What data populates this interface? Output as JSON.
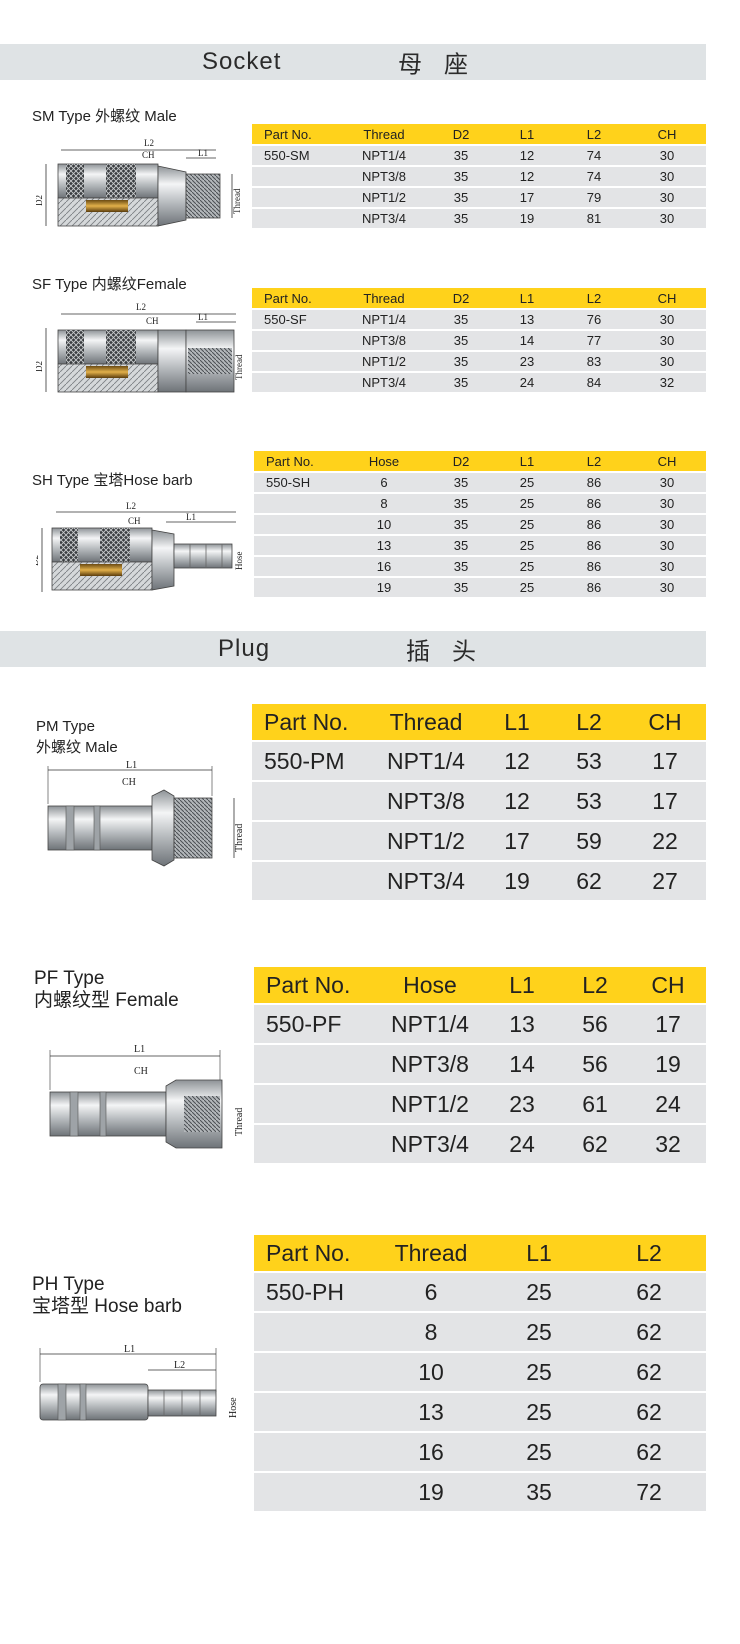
{
  "socket_banner": {
    "en": "Socket",
    "cn": "母座"
  },
  "plug_banner": {
    "en": "Plug",
    "cn": "插头"
  },
  "sm": {
    "label": "SM Type  外螺纹 Male",
    "headers": [
      "Part No.",
      "Thread",
      "D2",
      "L1",
      "L2",
      "CH"
    ],
    "rows": [
      [
        "550-SM",
        "NPT1/4",
        "35",
        "12",
        "74",
        "30"
      ],
      [
        "",
        "NPT3/8",
        "35",
        "12",
        "74",
        "30"
      ],
      [
        "",
        "NPT1/2",
        "35",
        "17",
        "79",
        "30"
      ],
      [
        "",
        "NPT3/4",
        "35",
        "19",
        "81",
        "30"
      ]
    ],
    "dims": {
      "l2": "L2",
      "ch": "CH",
      "l1": "L1",
      "d2": "D2",
      "side": "Thread"
    }
  },
  "sf": {
    "label": "SF Type  内螺纹Female",
    "headers": [
      "Part No.",
      "Thread",
      "D2",
      "L1",
      "L2",
      "CH"
    ],
    "rows": [
      [
        "550-SF",
        "NPT1/4",
        "35",
        "13",
        "76",
        "30"
      ],
      [
        "",
        "NPT3/8",
        "35",
        "14",
        "77",
        "30"
      ],
      [
        "",
        "NPT1/2",
        "35",
        "23",
        "83",
        "30"
      ],
      [
        "",
        "NPT3/4",
        "35",
        "24",
        "84",
        "32"
      ]
    ],
    "dims": {
      "l2": "L2",
      "ch": "CH",
      "l1": "L1",
      "d2": "D2",
      "side": "Thread"
    }
  },
  "sh": {
    "label": "SH Type  宝塔Hose barb",
    "headers": [
      "Part No.",
      "Hose",
      "D2",
      "L1",
      "L2",
      "CH"
    ],
    "rows": [
      [
        "550-SH",
        "6",
        "35",
        "25",
        "86",
        "30"
      ],
      [
        "",
        "8",
        "35",
        "25",
        "86",
        "30"
      ],
      [
        "",
        "10",
        "35",
        "25",
        "86",
        "30"
      ],
      [
        "",
        "13",
        "35",
        "25",
        "86",
        "30"
      ],
      [
        "",
        "16",
        "35",
        "25",
        "86",
        "30"
      ],
      [
        "",
        "19",
        "35",
        "25",
        "86",
        "30"
      ]
    ],
    "dims": {
      "l2": "L2",
      "ch": "CH",
      "l1": "L1",
      "d2": "D2",
      "side": "Hose"
    }
  },
  "pm": {
    "label_line1": "PM Type",
    "label_line2": "外螺纹 Male",
    "headers": [
      "Part No.",
      "Thread",
      "L1",
      "L2",
      "CH"
    ],
    "rows": [
      [
        "550-PM",
        "NPT1/4",
        "12",
        "53",
        "17"
      ],
      [
        "",
        "NPT3/8",
        "12",
        "53",
        "17"
      ],
      [
        "",
        "NPT1/2",
        "17",
        "59",
        "22"
      ],
      [
        "",
        "NPT3/4",
        "19",
        "62",
        "27"
      ]
    ],
    "dims": {
      "l1": "L1",
      "ch": "CH",
      "side": "Thread"
    }
  },
  "pf": {
    "label_line1": "PF Type",
    "label_line2": "内螺纹型 Female",
    "headers": [
      "Part No.",
      "Hose",
      "L1",
      "L2",
      "CH"
    ],
    "rows": [
      [
        "550-PF",
        "NPT1/4",
        "13",
        "56",
        "17"
      ],
      [
        "",
        "NPT3/8",
        "14",
        "56",
        "19"
      ],
      [
        "",
        "NPT1/2",
        "23",
        "61",
        "24"
      ],
      [
        "",
        "NPT3/4",
        "24",
        "62",
        "32"
      ]
    ],
    "dims": {
      "l1": "L1",
      "ch": "CH",
      "side": "Thread"
    }
  },
  "ph": {
    "label_line1": "PH Type",
    "label_line2": "宝塔型 Hose barb",
    "headers": [
      "Part No.",
      "Thread",
      "L1",
      "L2"
    ],
    "rows": [
      [
        "550-PH",
        "6",
        "25",
        "62"
      ],
      [
        "",
        "8",
        "25",
        "62"
      ],
      [
        "",
        "10",
        "25",
        "62"
      ],
      [
        "",
        "13",
        "25",
        "62"
      ],
      [
        "",
        "16",
        "25",
        "62"
      ],
      [
        "",
        "19",
        "35",
        "72"
      ]
    ],
    "dims": {
      "l1": "L1",
      "l2": "L2",
      "side": "Hose"
    }
  },
  "colors": {
    "header_yellow": "#ffd21b",
    "row_gray": "#e3e4e6",
    "banner_gray": "#dfe3e5"
  }
}
